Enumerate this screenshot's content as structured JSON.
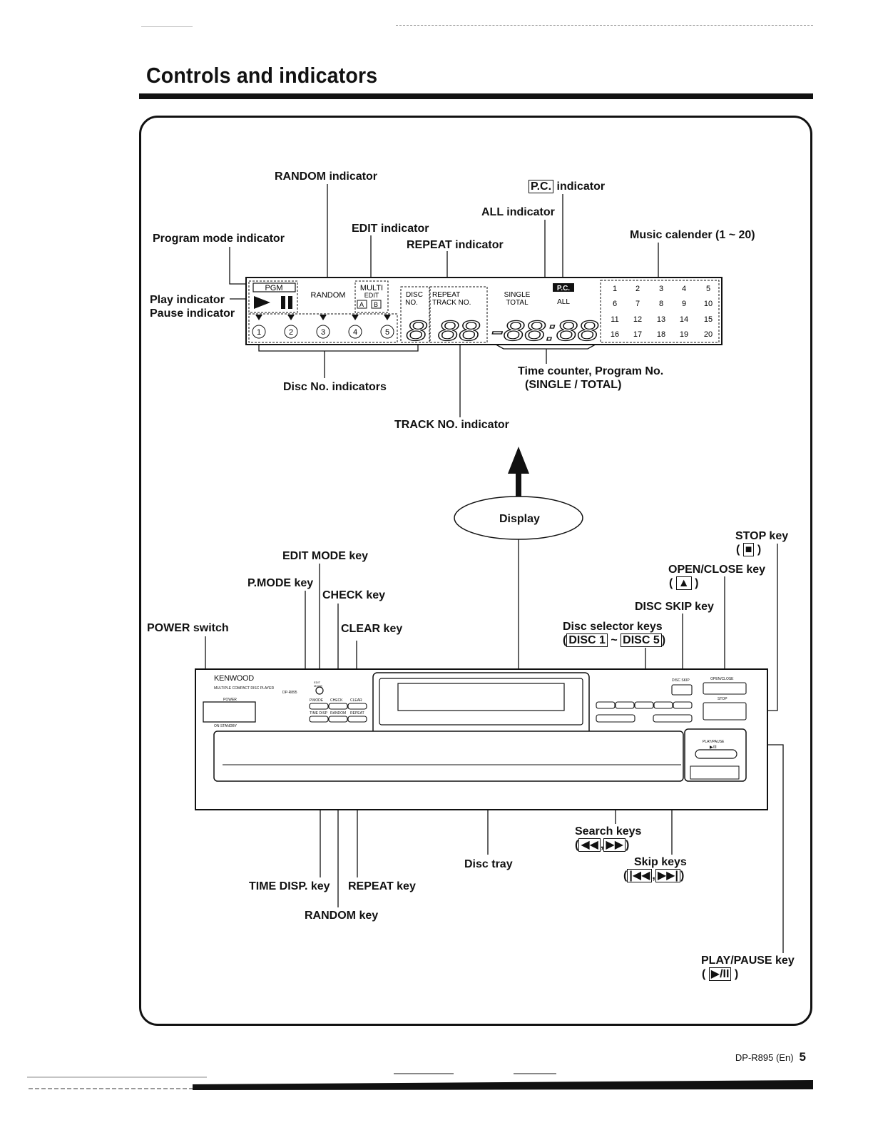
{
  "page": {
    "title": "Controls and indicators",
    "footer_model": "DP-R895 (En)",
    "footer_page": "5"
  },
  "display_labels": {
    "random_indicator": "RANDOM indicator",
    "pc_box": "P.C.",
    "pc_indicator": "indicator",
    "all_indicator": "ALL indicator",
    "edit_indicator": "EDIT indicator",
    "repeat_indicator": "REPEAT indicator",
    "program_mode_indicator": "Program mode indicator",
    "music_calender": "Music calender (1 ~ 20)",
    "play_indicator": "Play indicator",
    "pause_indicator": "Pause indicator",
    "disc_no_indicators": "Disc No. indicators",
    "time_counter": "Time counter, Program No.",
    "time_counter_sub": "(SINGLE / TOTAL)",
    "track_no_indicator": "TRACK NO. indicator",
    "display_callout": "Display"
  },
  "lcd": {
    "pgm": "PGM",
    "random": "RANDOM",
    "multi": "MULTI",
    "edit": "EDIT",
    "a": "A",
    "b": "B",
    "disc": "DISC",
    "no": "NO.",
    "repeat": "REPEAT",
    "track_no": "TRACK NO.",
    "single": "SINGLE",
    "total": "TOTAL",
    "pc": "P.C.",
    "all": "ALL",
    "discs": [
      "1",
      "2",
      "3",
      "4",
      "5"
    ],
    "calendar": [
      [
        "1",
        "2",
        "3",
        "4",
        "5"
      ],
      [
        "6",
        "7",
        "8",
        "9",
        "10"
      ],
      [
        "11",
        "12",
        "13",
        "14",
        "15"
      ],
      [
        "16",
        "17",
        "18",
        "19",
        "20"
      ]
    ],
    "digits": "8 88 -88:88"
  },
  "panel_labels": {
    "edit_mode_key": "EDIT MODE key",
    "pmode_key": "P.MODE key",
    "check_key": "CHECK key",
    "power_switch": "POWER switch",
    "clear_key": "CLEAR key",
    "stop_key": "STOP key",
    "stop_sym": "■",
    "open_close_key": "OPEN/CLOSE key",
    "open_close_sym": "▲",
    "disc_skip_key": "DISC SKIP key",
    "disc_selector_keys": "Disc selector keys",
    "disc1": "DISC 1",
    "disc_tilde": "~",
    "disc5": "DISC 5",
    "search_keys": "Search keys",
    "search_rew": "◀◀",
    "search_ff": "▶▶",
    "skip_keys": "Skip keys",
    "skip_prev": "|◀◀",
    "skip_next": "▶▶|",
    "disc_tray": "Disc tray",
    "time_disp_key": "TIME DISP. key",
    "repeat_key": "REPEAT key",
    "random_key": "RANDOM key",
    "play_pause_key": "PLAY/PAUSE key",
    "play_pause_sym": "▶/II"
  },
  "device": {
    "brand": "KENWOOD",
    "model_line": "MULTIPLE COMPACT DISC PLAYER",
    "model": "DP-R895",
    "power": "POWER",
    "power_sub": "ON  STANDBY",
    "edit_mode": "EDIT MODE",
    "pmode": "P.MODE",
    "check": "CHECK",
    "clear": "CLEAR",
    "time_disp": "TIME DISP",
    "random": "RANDOM",
    "repeat": "REPEAT",
    "disc_skip": "DISC SKIP",
    "open_close": "OPEN/CLOSE",
    "stop": "STOP",
    "play_pause": "PLAY/PAUSE",
    "play_pause_sym": "▶/II"
  }
}
